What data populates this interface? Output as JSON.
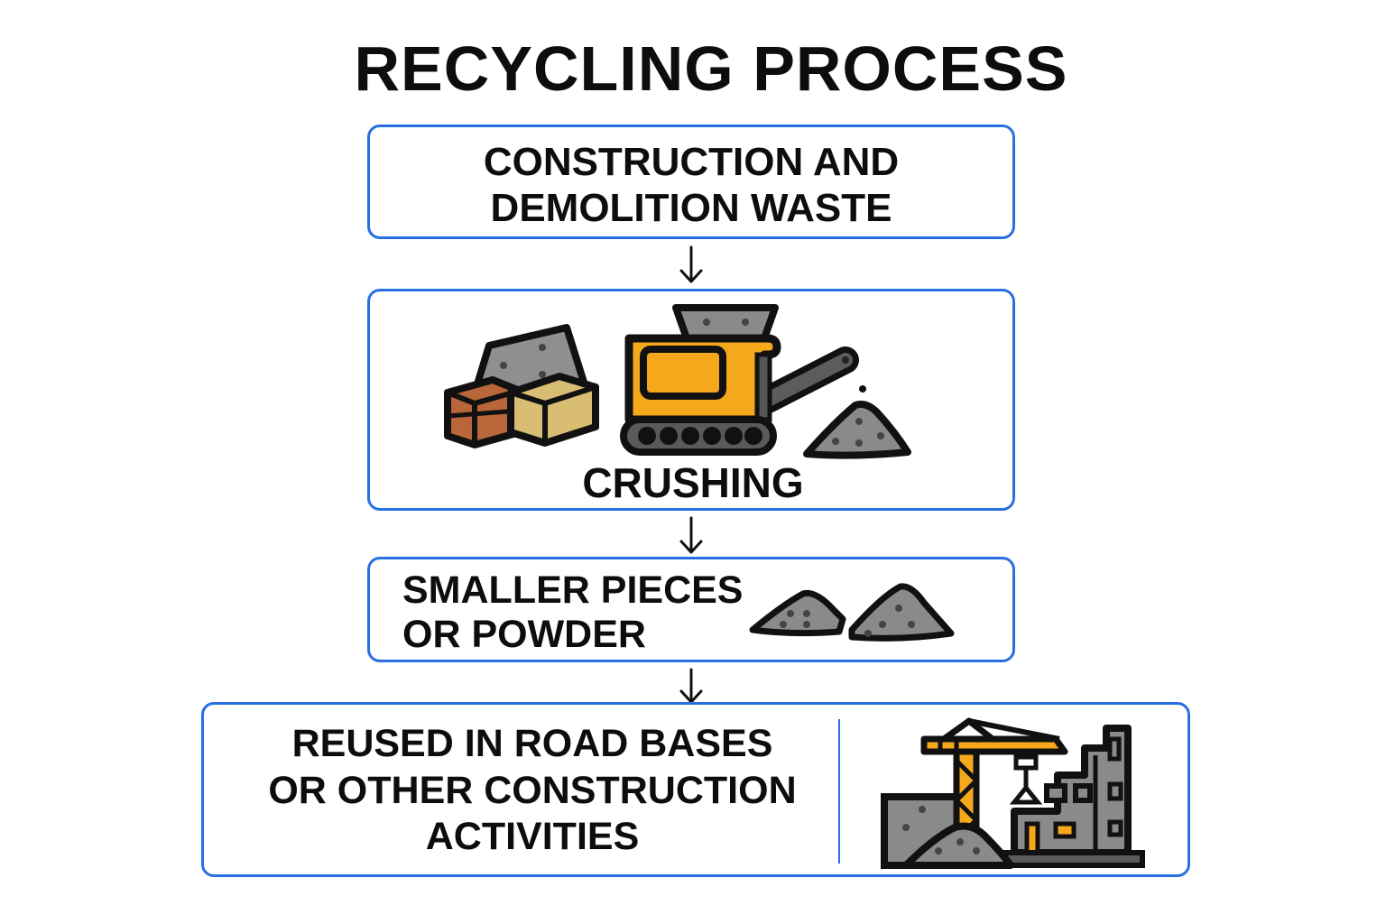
{
  "title": "RECYCLING PROCESS",
  "colors": {
    "border": "#2a6fe0",
    "machine_yellow": "#f5a81c",
    "gray": "#8a8a8a",
    "brick": "#b8663a",
    "sandstone": "#d9bd73",
    "outline": "#111111"
  },
  "steps": [
    {
      "label_line1": "CONSTRUCTION AND",
      "label_line2": "DEMOLITION WASTE"
    },
    {
      "label": "CRUSHING",
      "icons": [
        "rubble-blocks-icon",
        "crusher-machine-icon",
        "gravel-pile-icon"
      ]
    },
    {
      "label_line1": "SMALLER PIECES",
      "label_line2": "OR POWDER",
      "icons": [
        "powder-piles-icon"
      ]
    },
    {
      "label_line1": "REUSED IN ROAD BASES",
      "label_line2": "OR OTHER CONSTRUCTION",
      "label_line3": "ACTIVITIES",
      "icons": [
        "construction-site-icon"
      ]
    }
  ],
  "connectors": [
    "arrow-down",
    "arrow-down",
    "arrow-down"
  ]
}
